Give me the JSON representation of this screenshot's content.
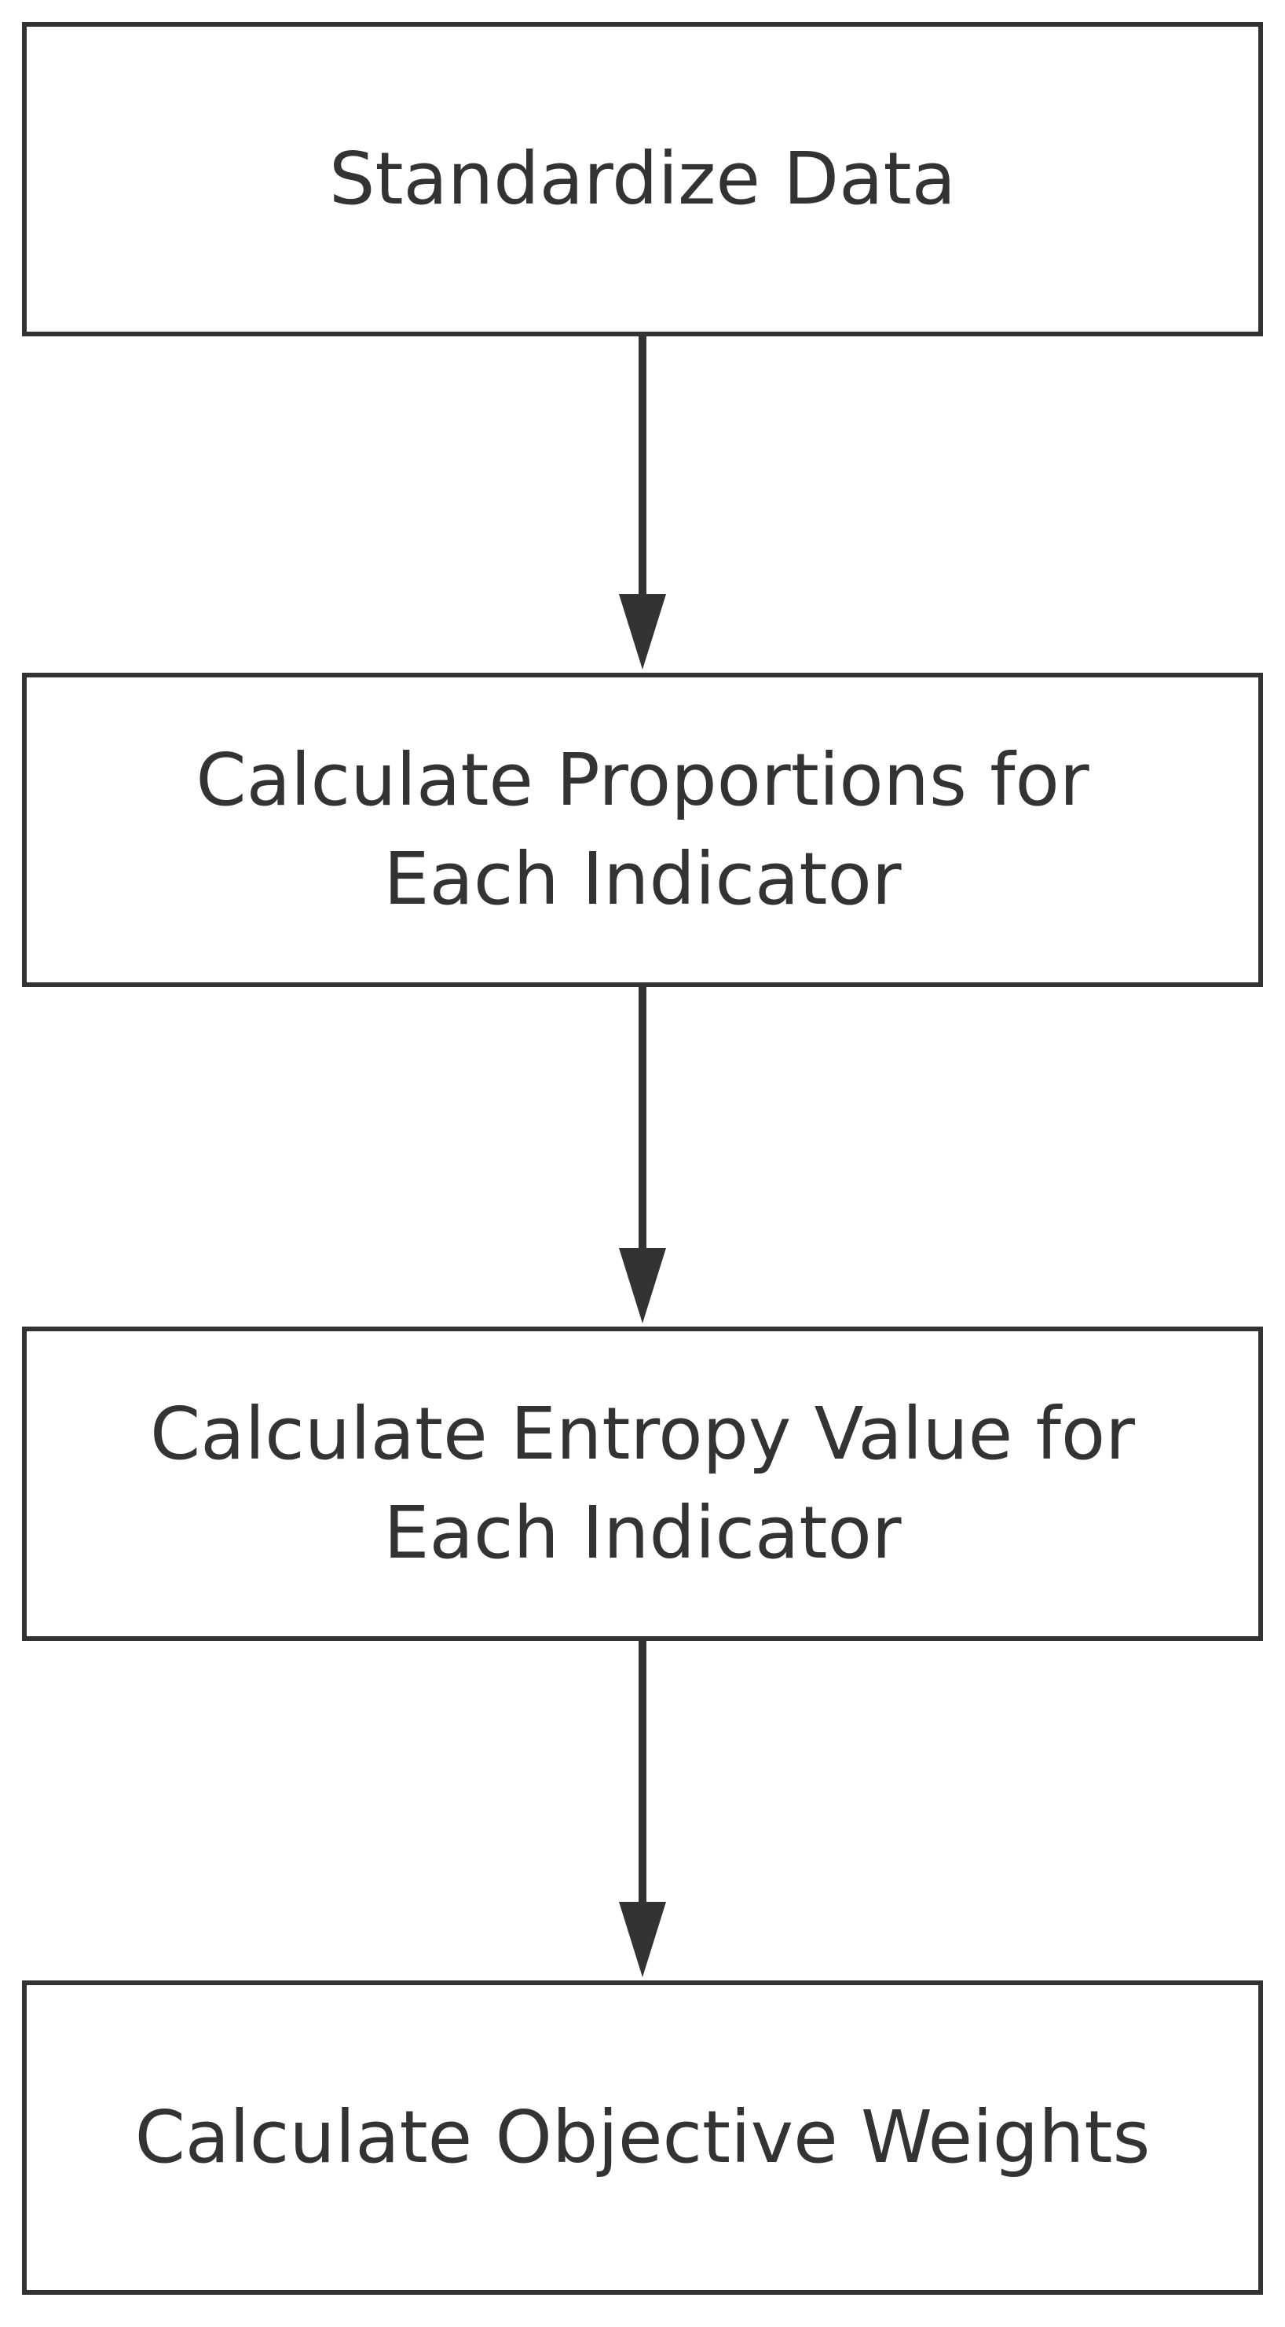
{
  "flowchart": {
    "steps": [
      {
        "label": "Standardize Data"
      },
      {
        "label": "Calculate Proportions for\nEach Indicator"
      },
      {
        "label": "Calculate Entropy Value for\nEach Indicator"
      },
      {
        "label": "Calculate Objective Weights"
      }
    ],
    "connectors": [
      {
        "from": "Standardize Data",
        "to": "Calculate Proportions for Each Indicator"
      },
      {
        "from": "Calculate Proportions for Each Indicator",
        "to": "Calculate Entropy Value for Each Indicator"
      },
      {
        "from": "Calculate Entropy Value for Each Indicator",
        "to": "Calculate Objective Weights"
      }
    ],
    "colors": {
      "stroke": "#333333",
      "text": "#333333",
      "background": "#ffffff"
    }
  }
}
